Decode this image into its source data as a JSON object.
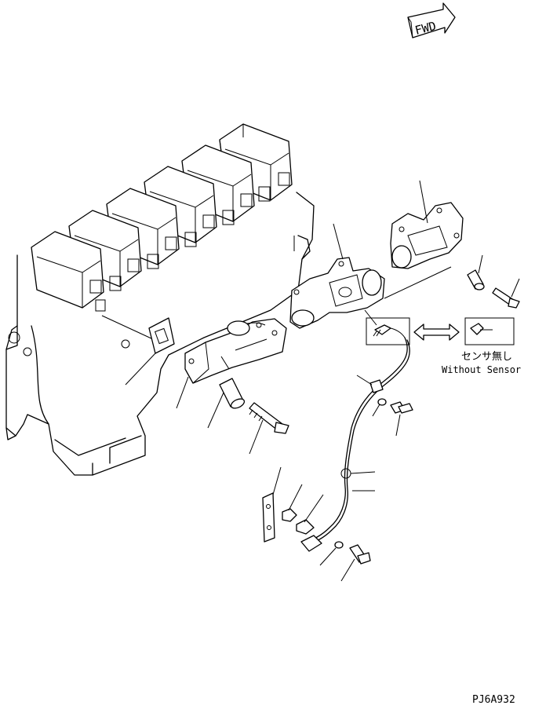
{
  "diagram": {
    "fwd_label": "FWD",
    "sensor_label_jp": "センサ無し",
    "sensor_label_en": "Without Sensor",
    "drawing_code": "PJ6A932"
  }
}
